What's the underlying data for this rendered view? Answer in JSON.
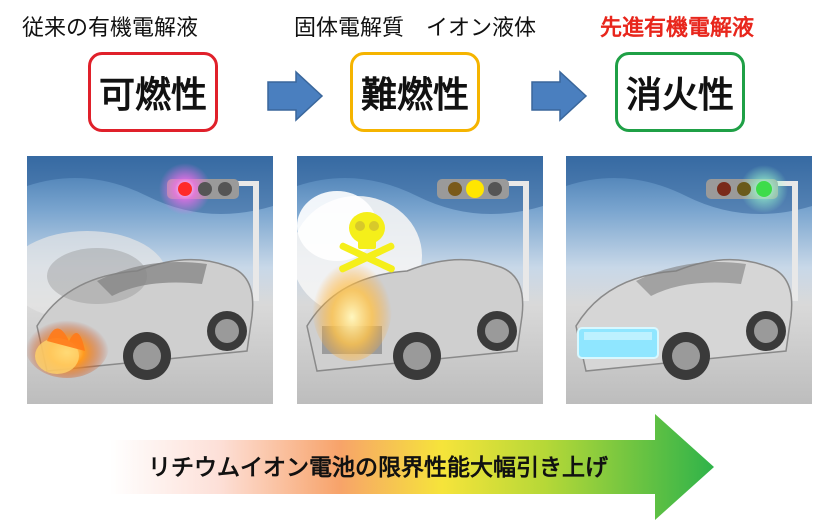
{
  "captions": {
    "left": "従来の有機電解液",
    "middle": "固体電解質　イオン液体",
    "right": "先進有機電解液"
  },
  "boxes": {
    "left": "可燃性",
    "middle": "難燃性",
    "right": "消火性"
  },
  "bottom_text": "リチウムイオン電池の限界性能大幅引き上げ",
  "colors": {
    "caption_highlight": "#e8261c",
    "box_left_border": "#e0202a",
    "box_middle_border": "#f5b400",
    "box_right_border": "#1fa046",
    "arrow_blue": "#4a7fbf",
    "traffic_red": "#ff2a2a",
    "traffic_yellow": "#ffe600",
    "traffic_green": "#3ddc4a"
  },
  "icons": {
    "scene_left": "burning-car-red-light",
    "scene_middle": "smoking-car-skull-yellow-light",
    "scene_right": "car-glowing-battery-green-light",
    "arrow": "right-arrow-icon",
    "skull": "skull-crossbones-icon"
  }
}
